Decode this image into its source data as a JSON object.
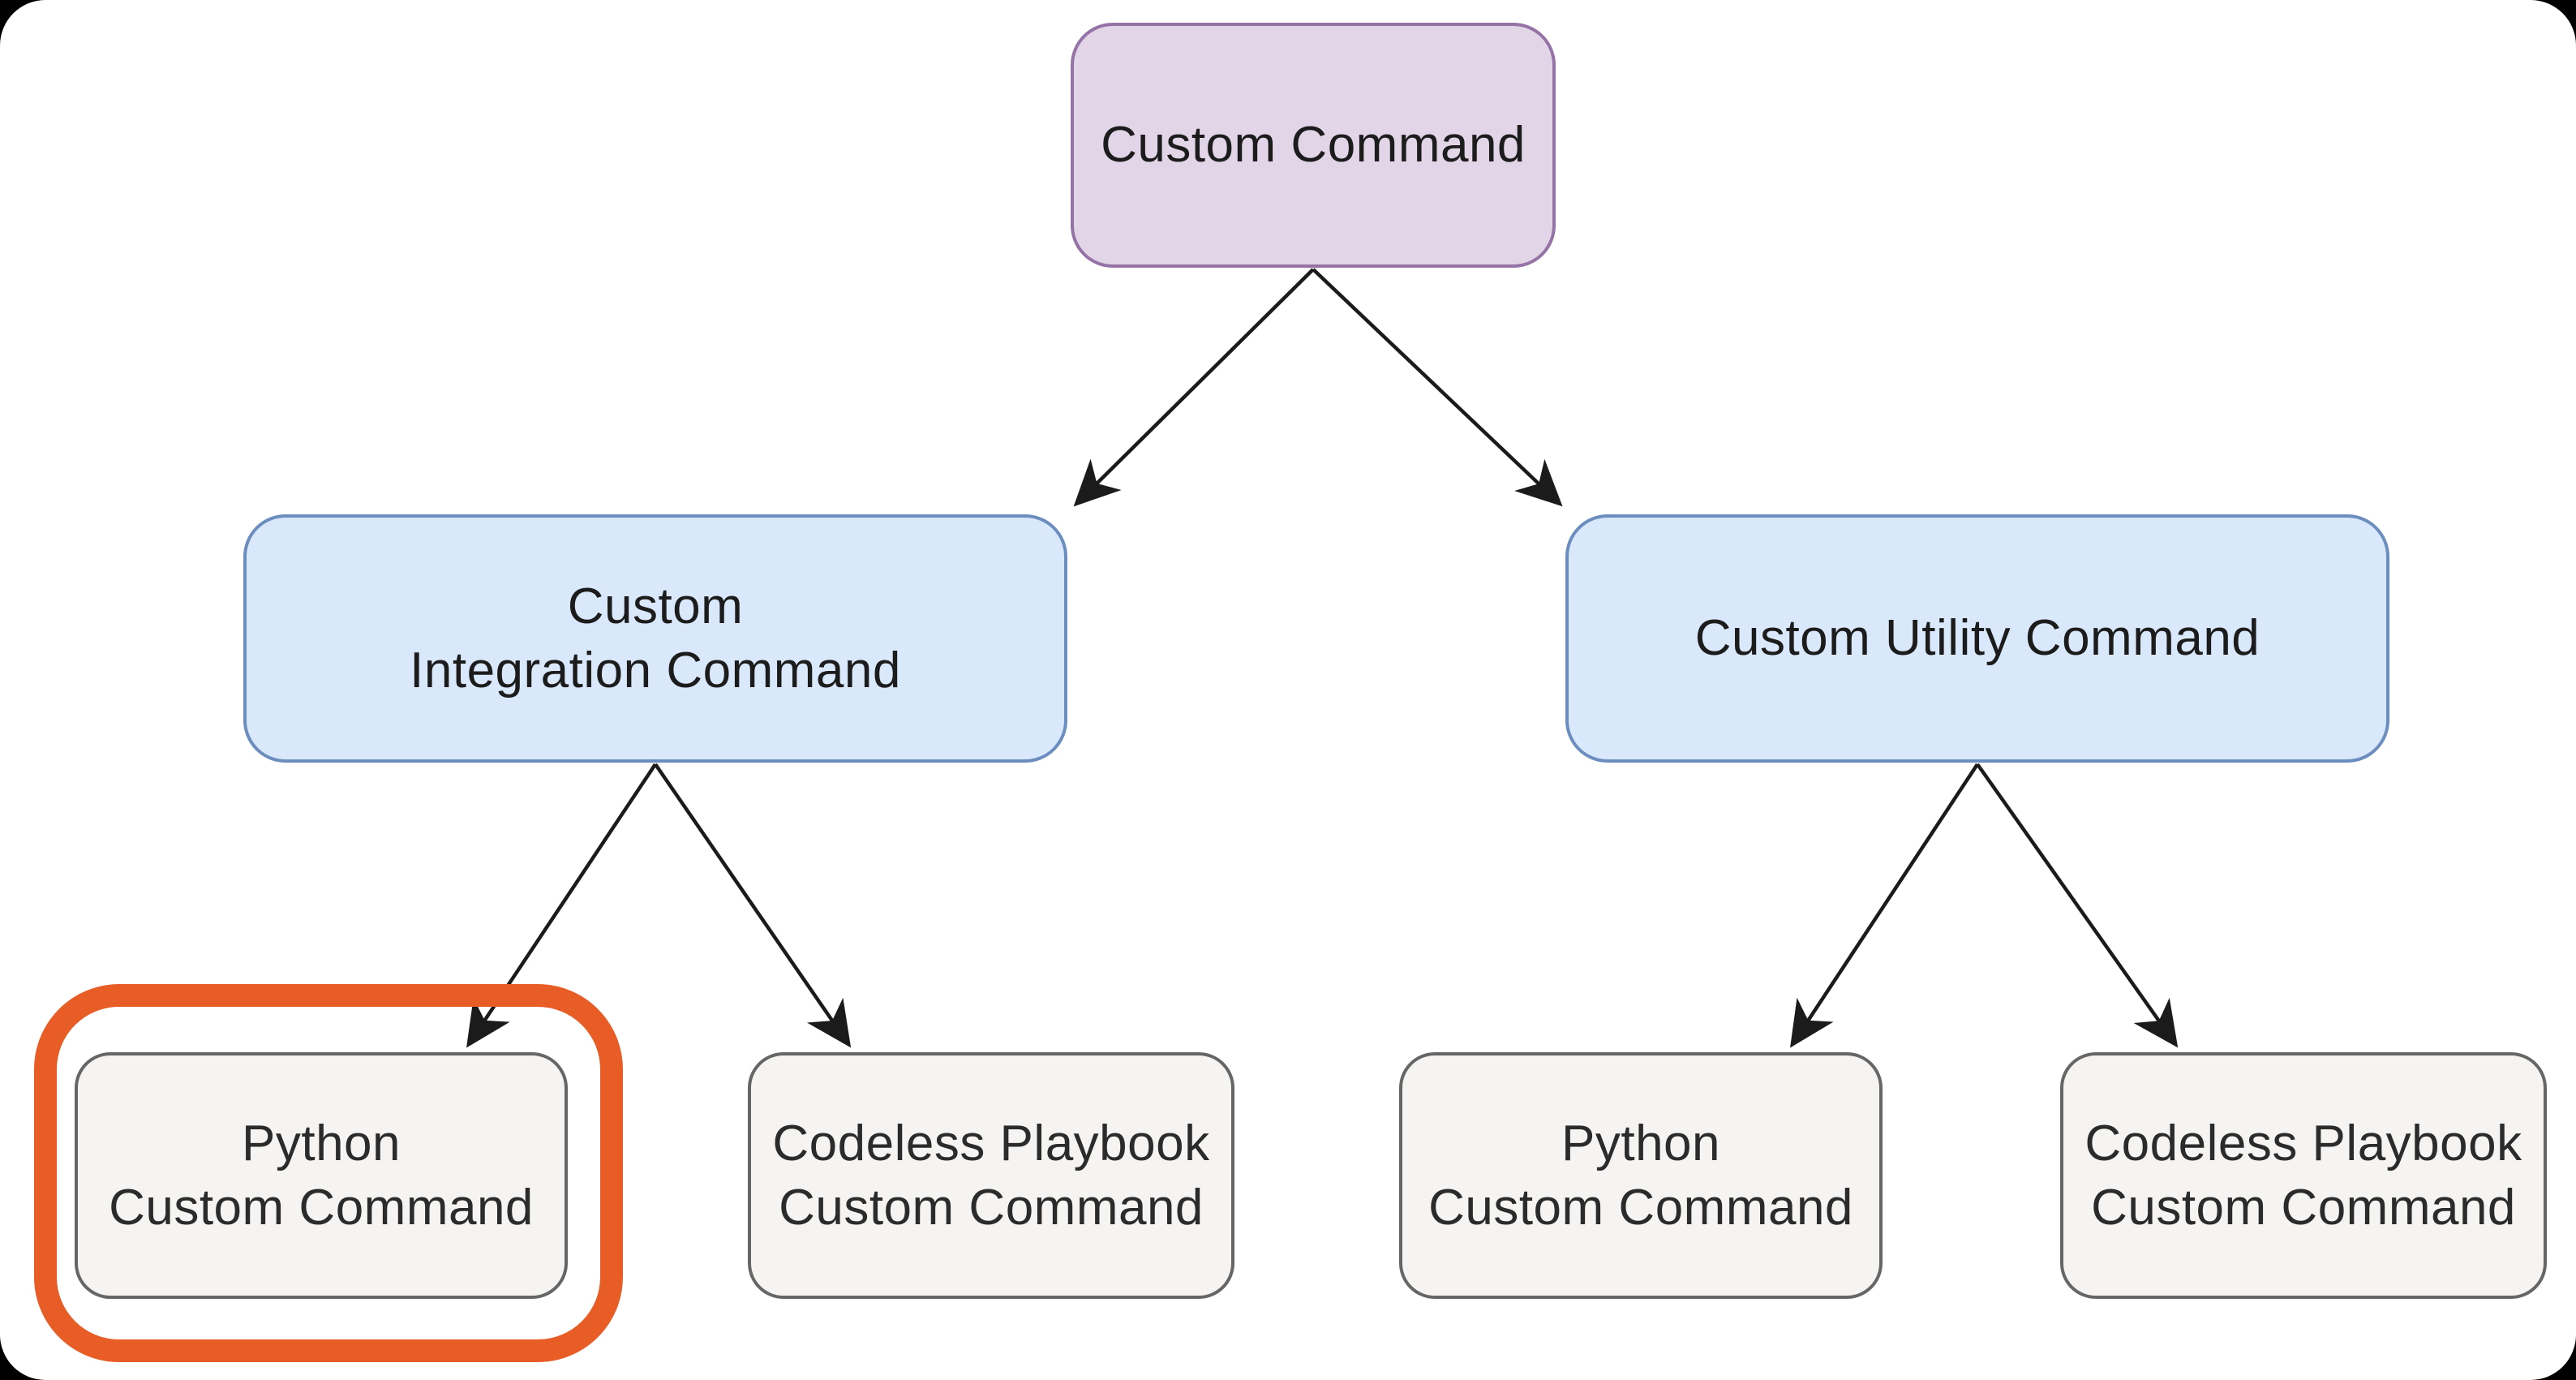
{
  "scene": {
    "outer_background": "#000000",
    "canvas_background": "#ffffff"
  },
  "diagram": {
    "type": "hierarchy-flowchart",
    "nodes": {
      "root": {
        "lines": [
          "Custom Command"
        ],
        "fill": "#E1D5E7",
        "stroke": "#9673A6",
        "level": 0
      },
      "integration": {
        "lines": [
          "Custom",
          "Integration Command"
        ],
        "fill": "#DAE8FC",
        "stroke": "#6C8EBF",
        "level": 1
      },
      "utility": {
        "lines": [
          "Custom Utility Command"
        ],
        "fill": "#DAE8FC",
        "stroke": "#6C8EBF",
        "level": 1
      },
      "python_integration": {
        "lines": [
          "Python",
          "Custom Command"
        ],
        "fill": "#F5F4F2",
        "stroke": "#666666",
        "level": 2,
        "highlighted": true
      },
      "codeless_integration": {
        "lines": [
          "Codeless Playbook",
          "Custom Command"
        ],
        "fill": "#F5F4F2",
        "stroke": "#666666",
        "level": 2
      },
      "python_utility": {
        "lines": [
          "Python",
          "Custom Command"
        ],
        "fill": "#F5F4F2",
        "stroke": "#666666",
        "level": 2
      },
      "codeless_utility": {
        "lines": [
          "Codeless Playbook",
          "Custom Command"
        ],
        "fill": "#F5F4F2",
        "stroke": "#666666",
        "level": 2
      }
    },
    "edges": [
      {
        "from": "root",
        "to": "integration"
      },
      {
        "from": "root",
        "to": "utility"
      },
      {
        "from": "integration",
        "to": "python_integration"
      },
      {
        "from": "integration",
        "to": "codeless_integration"
      },
      {
        "from": "utility",
        "to": "python_utility"
      },
      {
        "from": "utility",
        "to": "codeless_utility"
      }
    ],
    "edge_color": "#1b1b1b",
    "text_color": "#1c1c1c",
    "highlight": {
      "target": "python_integration",
      "color": "#E85D26"
    }
  }
}
